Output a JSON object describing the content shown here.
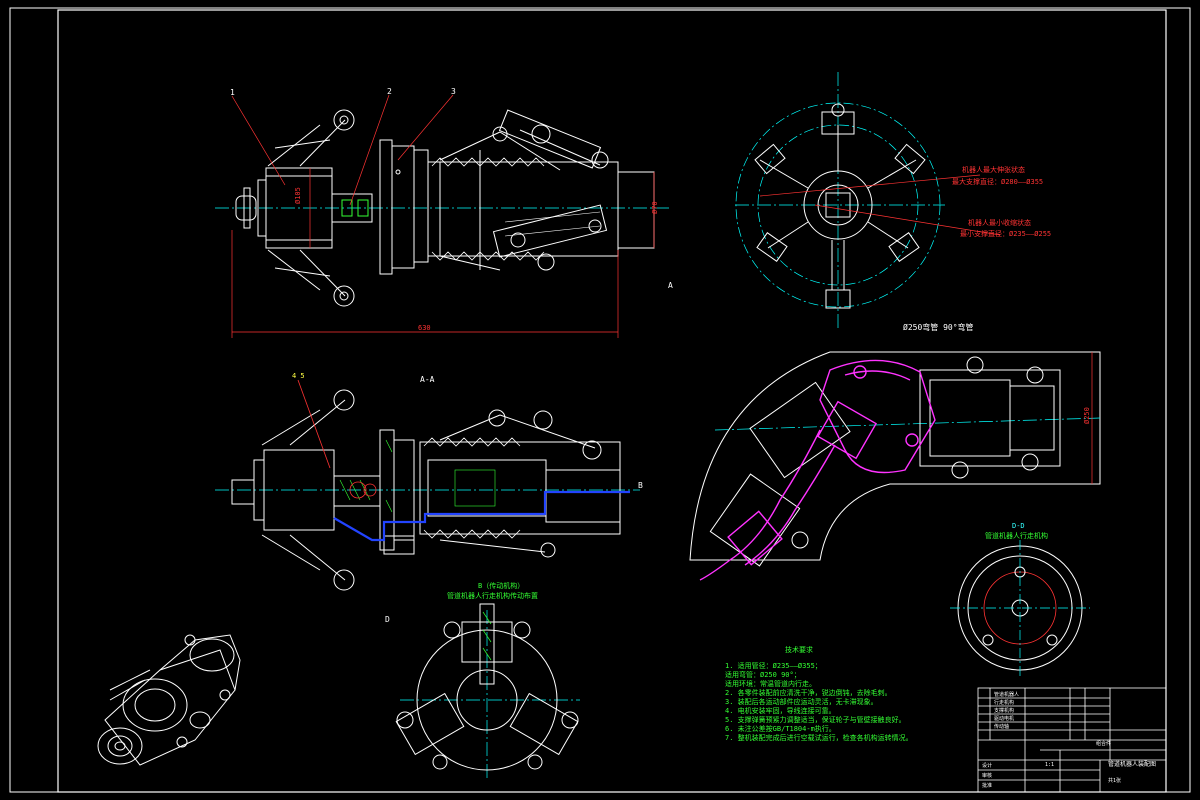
{
  "drawing": {
    "colors": {
      "background": "#000000",
      "outline": "#ffffff",
      "centerline": "#00ffff",
      "dimension": "#ff3333",
      "hatch": "#33ff33",
      "section_path": "#2244ff",
      "ghost_pose": "#ff33ff",
      "note_text": "#33ff33"
    },
    "callouts": {
      "n1": "1",
      "n2": "2",
      "n3": "3",
      "n45": "4  5"
    },
    "dims": {
      "phi105": "Ø105",
      "phi70": "Ø70",
      "length": "630",
      "phi250": "Ø250"
    },
    "views": {
      "a_marker": "A",
      "aa_title": "A-A",
      "b_marker": "B",
      "d_marker": "D",
      "dd_title": "D-D"
    },
    "captions": {
      "front_view_1": "机器人最大伸张状态",
      "front_view_2": "最大支撑直径：Ø280——Ø355",
      "front_view_3": "机器人最小收缩状态",
      "front_view_4": "最小支撑直径：Ø235——Ø255",
      "elbow": "Ø250弯管   90°弯管",
      "b_view_1": "B（传动机构）",
      "b_view_2": "管道机器人行走机构传动布置",
      "dd_caption": "管道机器人行走机构"
    },
    "notes": {
      "title": "技术要求",
      "lines": [
        "1. 适用管径：Ø235——Ø355；",
        "   适用弯管：Ø250 90°；",
        "   适用环境：常温管道内行走。",
        "2. 各零件装配前应清洗干净，锐边倒钝，去除毛刺。",
        "3. 装配后各运动部件应运动灵活，无卡滞现象。",
        "4. 电机安装牢固，导线连接可靠。",
        "5. 支撑弹簧预紧力调整适当，保证轮子与管壁接触良好。",
        "6. 未注公差按GB/T1804-m执行。",
        "7. 整机装配完成后进行空载试运行，检查各机构运转情况。"
      ]
    },
    "title_block": {
      "drawing_title": "管道机器人装配图",
      "scale": "1:1",
      "sheet": "共1张",
      "material": "组合件",
      "designer": "设计",
      "checker": "审核",
      "approver": "批准",
      "rows": [
        "管道机器人",
        "行走机构",
        "支撑机构",
        "驱动电机",
        "传动轴"
      ]
    }
  }
}
